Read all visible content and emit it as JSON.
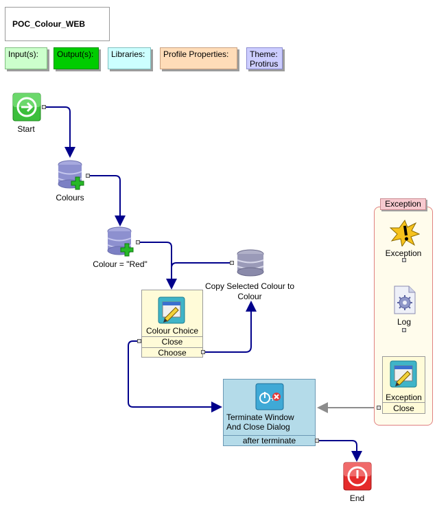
{
  "title": "POC_Colour_WEB",
  "tags": {
    "inputs": "Input(s):",
    "outputs": "Output(s):",
    "libraries": "Libraries:",
    "profile": "Profile Properties:",
    "theme": "Theme:\nProtirus"
  },
  "nodes": {
    "start": "Start",
    "colours": "Colours",
    "colour_red": "Colour = \"Red\"",
    "copy": "Copy Selected Colour to\nColour",
    "colour_choice": "Colour Choice",
    "cc_close": "Close",
    "cc_choose": "Choose",
    "terminate": "Terminate Window\nAnd Close Dialog",
    "after_terminate": "after terminate",
    "end": "End"
  },
  "exception": {
    "frame_label": "Exception",
    "trigger": "Exception",
    "log": "Log",
    "dialog": "Exception",
    "dialog_close": "Close"
  },
  "colors": {
    "connector": "#00008b",
    "exception_connector": "#e00000",
    "return_connector": "#8c8c8c",
    "inputs_bg": "#ccffcc",
    "outputs_bg": "#00cc00",
    "libraries_bg": "#ccffff",
    "profile_bg": "#ffdcb8",
    "theme_bg": "#cccdff"
  }
}
